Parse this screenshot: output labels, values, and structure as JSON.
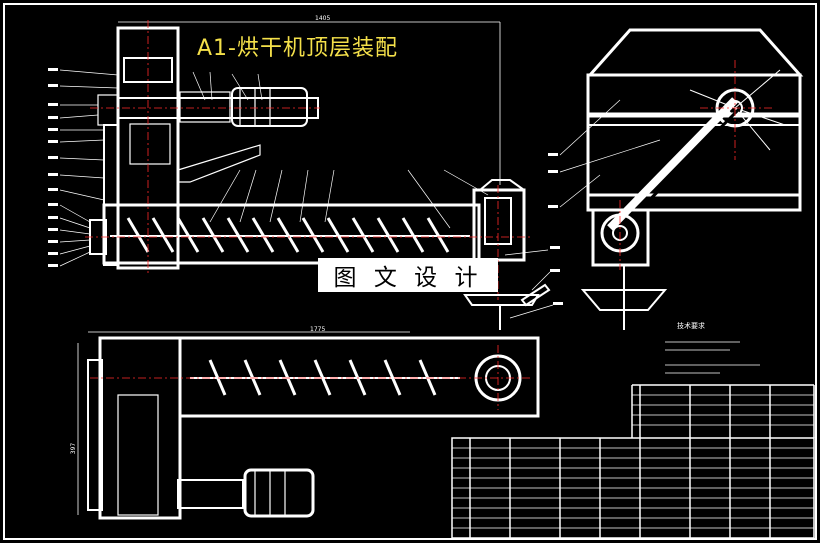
{
  "title": "A1-烘干机顶层装配",
  "watermark": "图 文 设 计",
  "dimensions": {
    "top_span": "1405",
    "bottom_span": "1775",
    "left_height": "397"
  },
  "notes_title": "技术要求",
  "colors": {
    "background": "#000000",
    "line": "#ffffff",
    "centerline": "#ff2a2a",
    "title": "#f4e04a"
  }
}
